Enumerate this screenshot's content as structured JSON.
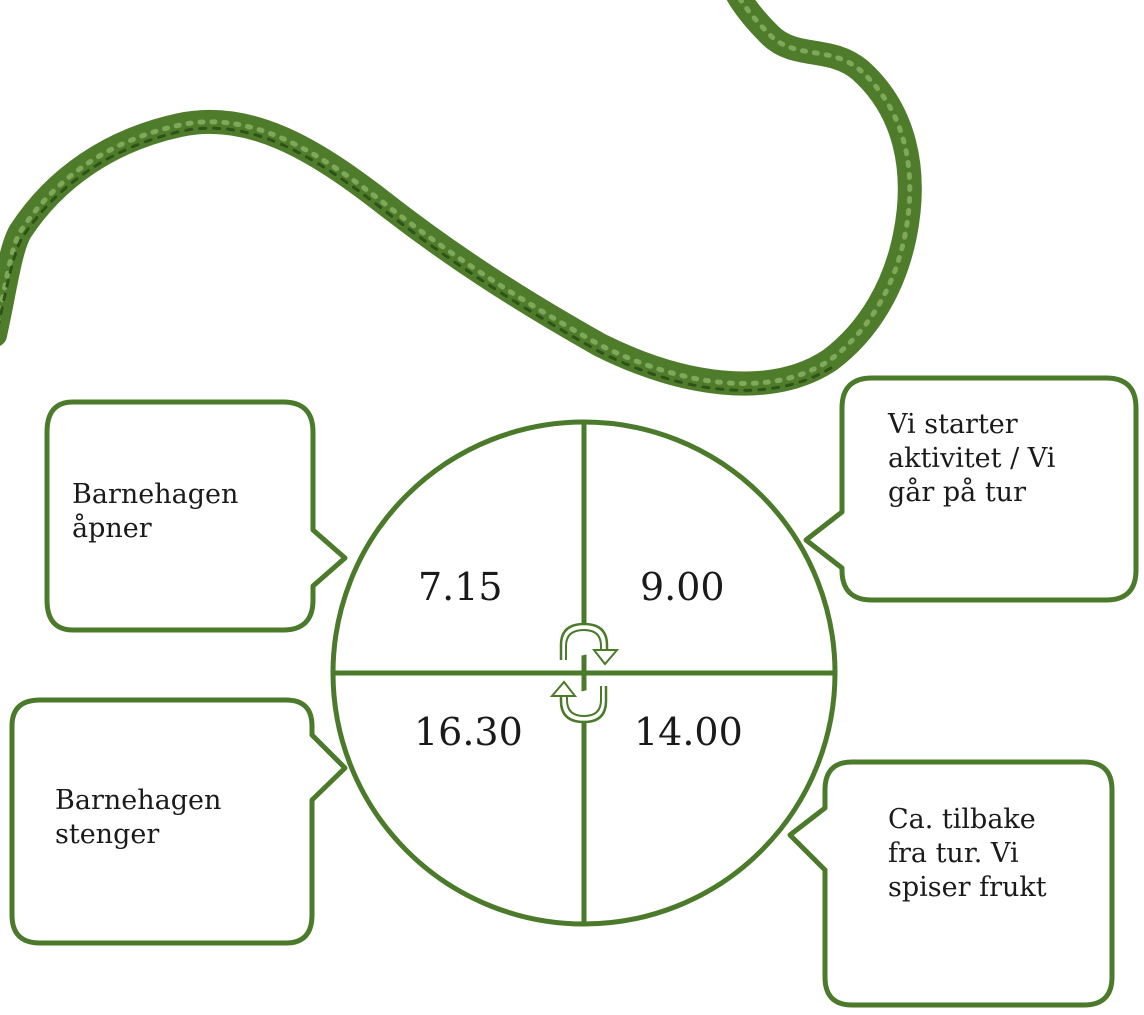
{
  "colors": {
    "yarn": "#4f7c2a",
    "yarn_highlight": "#7fa85a",
    "yarn_shadow": "#2f5218",
    "outline": "#4a7a2a",
    "text": "#1a1a1a"
  },
  "decor": {
    "yarn": "yarn-string-image",
    "cycle_arrows": "cycle-arrows-icon"
  },
  "clock": {
    "times": {
      "top_left": "7.15",
      "top_right": "9.00",
      "bottom_left": "16.30",
      "bottom_right": "14.00"
    }
  },
  "callouts": {
    "opens": "Barnehagen åpner",
    "activity": "Vi starter aktivitet / Vi går på tur",
    "closes": "Barnehagen stenger",
    "fruit": "Ca. tilbake fra tur. Vi spiser frukt"
  }
}
